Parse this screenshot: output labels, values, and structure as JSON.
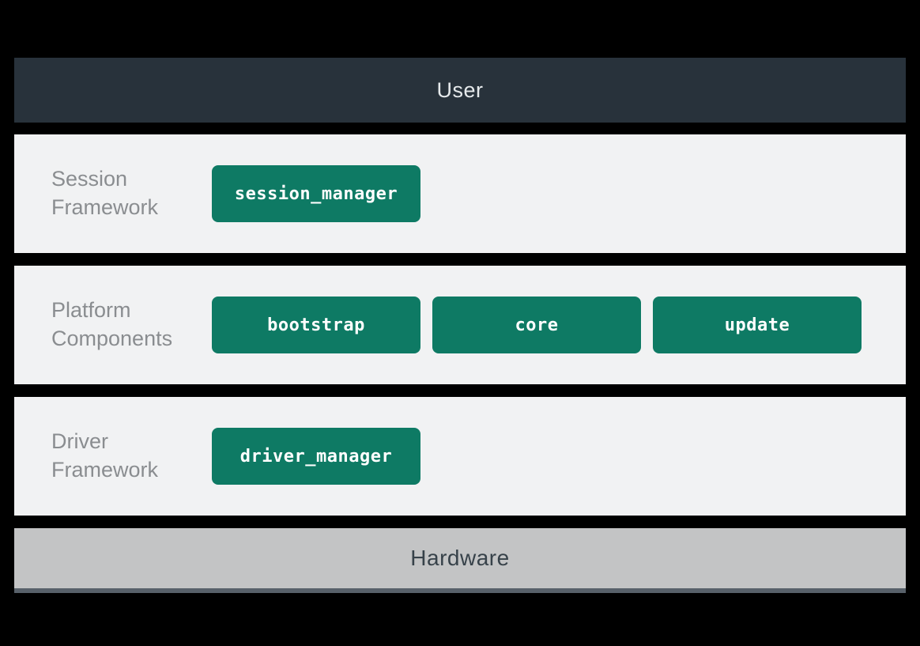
{
  "diagram": {
    "user_bar": {
      "label": "User"
    },
    "layers": [
      {
        "label": "Session Framework",
        "components": [
          "session_manager"
        ]
      },
      {
        "label": "Platform Components",
        "components": [
          "bootstrap",
          "core",
          "update"
        ]
      },
      {
        "label": "Driver Framework",
        "components": [
          "driver_manager"
        ]
      }
    ],
    "hardware_bar": {
      "label": "Hardware"
    },
    "colors": {
      "background": "#000000",
      "user_bar_bg": "#28323b",
      "user_bar_text": "#e6eaec",
      "layer_bg": "#f1f2f3",
      "layer_label_text": "#8a8d90",
      "component_bg": "#0e7a64",
      "component_text": "#ffffff",
      "hardware_bg": "#c3c4c5",
      "hardware_text": "#37424a",
      "hardware_edge": "#58616a"
    }
  }
}
